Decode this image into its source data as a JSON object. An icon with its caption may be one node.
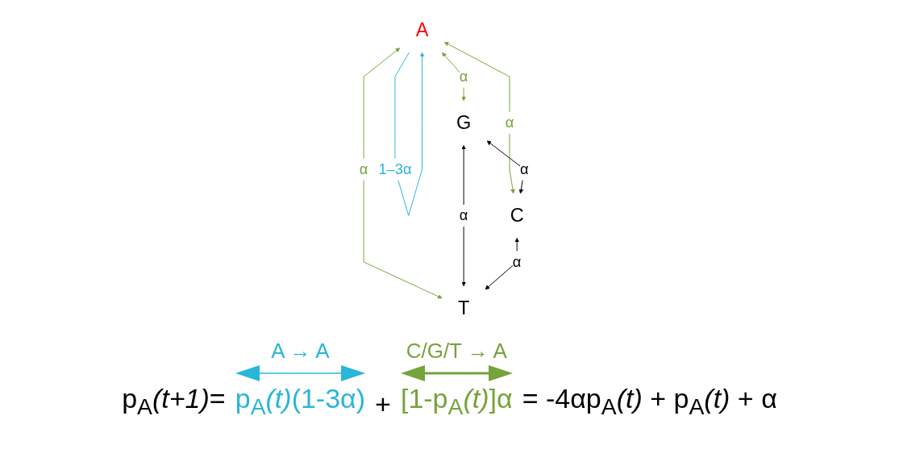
{
  "diagram": {
    "nodes": [
      {
        "text": [
          "A"
        ]
      },
      {
        "text": [
          "G"
        ]
      },
      {
        "text": [
          "C"
        ]
      },
      {
        "text": [
          "T"
        ]
      }
    ],
    "edges": [
      {
        "from": 0,
        "to": 0,
        "arrow": "to",
        "label": "1–3α",
        "color": "#29b6d8"
      },
      {
        "from": 0,
        "to": 1,
        "arrow": "both",
        "label": "α",
        "color": "#76a33c"
      },
      {
        "from": 0,
        "to": 2,
        "arrow": "both",
        "label": "α",
        "color": "#76a33c"
      },
      {
        "from": 0,
        "to": 3,
        "arrow": "both",
        "label": "α",
        "color": "#76a33c"
      },
      {
        "from": 1,
        "to": 2,
        "arrow": "both",
        "label": "α",
        "color": "#000000"
      },
      {
        "from": 1,
        "to": 3,
        "arrow": "both",
        "label": "α",
        "color": "#000000"
      },
      {
        "from": 2,
        "to": 3,
        "arrow": "both",
        "label": "α",
        "color": "#000000"
      }
    ],
    "labels": [
      "A → A",
      "C/G/T → A",
      "p$_{A}$*(t+1)*=",
      "p$_{A}$*(t)*(1-3α)",
      "+",
      "[1-p$_{A}$*(t)*]α",
      "= -4αp$_{A}$*(t)* + p$_{A}$*(t)* + α"
    ]
  }
}
